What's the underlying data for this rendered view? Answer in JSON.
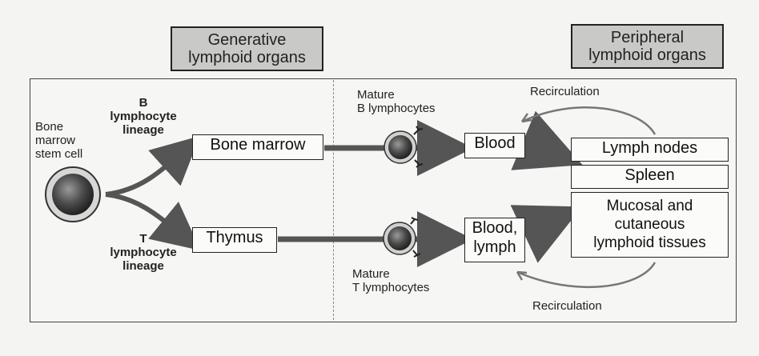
{
  "headers": {
    "generative": [
      "Generative",
      "lymphoid organs"
    ],
    "peripheral": [
      "Peripheral",
      "lymphoid organs"
    ]
  },
  "stem_cell_label": [
    "Bone",
    "marrow",
    "stem cell"
  ],
  "b_lineage_label": [
    "B",
    "lymphocyte",
    "lineage"
  ],
  "t_lineage_label": [
    "T",
    "lymphocyte",
    "lineage"
  ],
  "organs": {
    "bone_marrow": "Bone marrow",
    "thymus": "Thymus"
  },
  "mature_b": [
    "Mature",
    "B lymphocytes"
  ],
  "mature_t": [
    "Mature",
    "T lymphocytes"
  ],
  "blood_b": "Blood",
  "blood_lymph": [
    "Blood,",
    "lymph"
  ],
  "peripheral_organs": {
    "lymph_nodes": "Lymph nodes",
    "spleen": "Spleen",
    "mucosal": [
      "Mucosal and",
      "cutaneous",
      "lymphoid tissues"
    ]
  },
  "recirculation_top": "Recirculation",
  "recirculation_bottom": "Recirculation",
  "colors": {
    "arrow": "#555555",
    "cell": "#3a3a3a",
    "header_fill": "#c9c9c7"
  }
}
